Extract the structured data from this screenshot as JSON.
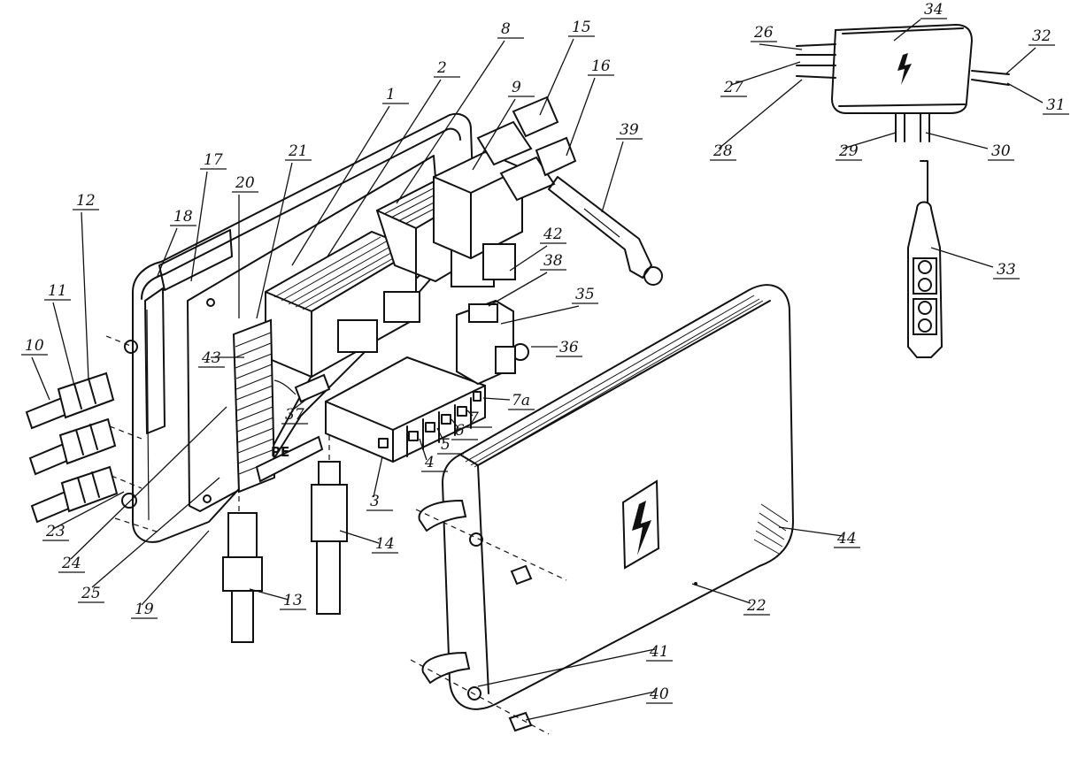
{
  "diagram": {
    "part_labels": [
      {
        "id": "1",
        "text": "1"
      },
      {
        "id": "2",
        "text": "2"
      },
      {
        "id": "3",
        "text": "3"
      },
      {
        "id": "4",
        "text": "4"
      },
      {
        "id": "5",
        "text": "5"
      },
      {
        "id": "6",
        "text": "6"
      },
      {
        "id": "7",
        "text": "7"
      },
      {
        "id": "7a",
        "text": "7а"
      },
      {
        "id": "8",
        "text": "8"
      },
      {
        "id": "9",
        "text": "9"
      },
      {
        "id": "10",
        "text": "10"
      },
      {
        "id": "11",
        "text": "11"
      },
      {
        "id": "12",
        "text": "12"
      },
      {
        "id": "13",
        "text": "13"
      },
      {
        "id": "14",
        "text": "14"
      },
      {
        "id": "15",
        "text": "15"
      },
      {
        "id": "16",
        "text": "16"
      },
      {
        "id": "17",
        "text": "17"
      },
      {
        "id": "18",
        "text": "18"
      },
      {
        "id": "19",
        "text": "19"
      },
      {
        "id": "20",
        "text": "20"
      },
      {
        "id": "21",
        "text": "21"
      },
      {
        "id": "22",
        "text": "22"
      },
      {
        "id": "23",
        "text": "23"
      },
      {
        "id": "24",
        "text": "24"
      },
      {
        "id": "25",
        "text": "25"
      },
      {
        "id": "26",
        "text": "26"
      },
      {
        "id": "27",
        "text": "27"
      },
      {
        "id": "28",
        "text": "28"
      },
      {
        "id": "29",
        "text": "29"
      },
      {
        "id": "30",
        "text": "30"
      },
      {
        "id": "31",
        "text": "31"
      },
      {
        "id": "32",
        "text": "32"
      },
      {
        "id": "33",
        "text": "33"
      },
      {
        "id": "34",
        "text": "34"
      },
      {
        "id": "35",
        "text": "35"
      },
      {
        "id": "36",
        "text": "36"
      },
      {
        "id": "37",
        "text": "37"
      },
      {
        "id": "38",
        "text": "38"
      },
      {
        "id": "39",
        "text": "39"
      },
      {
        "id": "40",
        "text": "40"
      },
      {
        "id": "41",
        "text": "41"
      },
      {
        "id": "42",
        "text": "42"
      },
      {
        "id": "43",
        "text": "43"
      },
      {
        "id": "44",
        "text": "44"
      }
    ],
    "terminal_marking": "PE",
    "icons": [
      "high-voltage-warning-icon"
    ]
  }
}
